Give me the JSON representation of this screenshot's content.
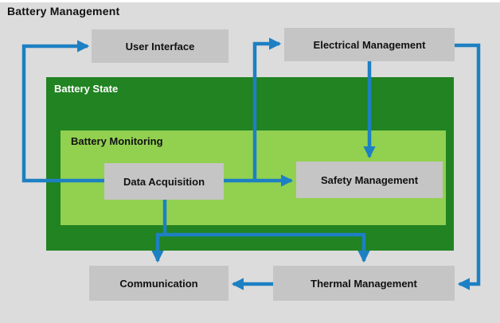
{
  "title": "Battery Management",
  "containers": {
    "battery_state": "Battery State",
    "battery_monitoring": "Battery Monitoring"
  },
  "nodes": {
    "user_interface": "User Interface",
    "electrical_management": "Electrical Management",
    "data_acquisition": "Data Acquisition",
    "safety_management": "Safety Management",
    "communication": "Communication",
    "thermal_management": "Thermal Management"
  },
  "edges": [
    {
      "from": "data_acquisition",
      "to": "user_interface"
    },
    {
      "from": "data_acquisition",
      "to": "safety_management"
    },
    {
      "from": "data_acquisition",
      "to": "electrical_management"
    },
    {
      "from": "electrical_management",
      "to": "safety_management"
    },
    {
      "from": "electrical_management",
      "to": "thermal_management"
    },
    {
      "from": "data_acquisition",
      "to": "communication"
    },
    {
      "from": "data_acquisition",
      "to": "thermal_management"
    },
    {
      "from": "thermal_management",
      "to": "communication"
    }
  ],
  "colors": {
    "background": "#dcdcdc",
    "node_fill": "#c5c5c5",
    "battery_state_fill": "#218321",
    "battery_monitoring_fill": "#92d050",
    "arrow": "#1d80c3",
    "title_text": "#111111",
    "battery_state_label_text": "#ffffff"
  }
}
